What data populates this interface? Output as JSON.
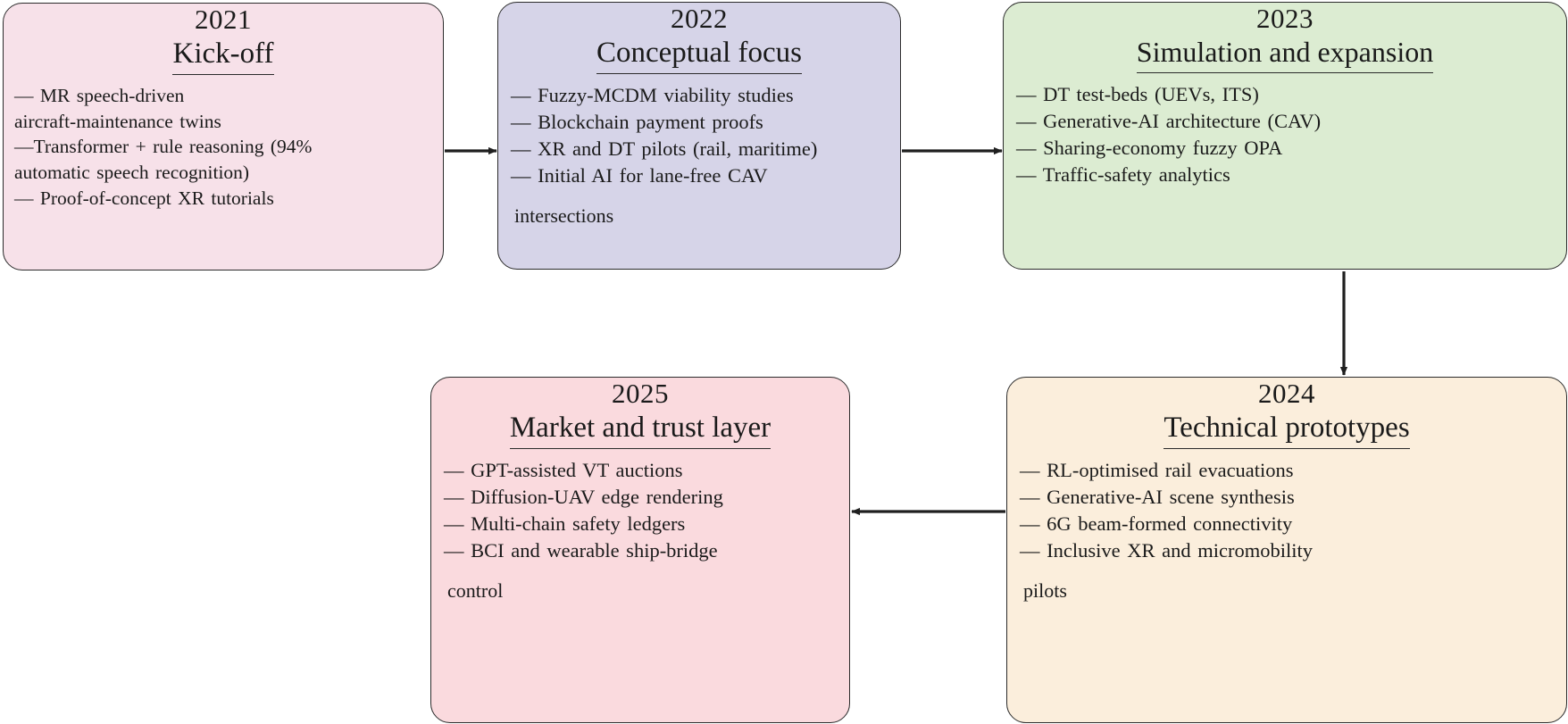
{
  "diagram": {
    "type": "flowchart-timeline",
    "orientation": "two-row serpentine (left-to-right, then right-to-left)",
    "nodes": [
      {
        "id": "n2021",
        "year": "2021",
        "title": "Kick-off",
        "fill": "#f7e1e9",
        "bullets": [
          "— MR  speech-driven",
          "aircraft-maintenance  twins",
          "—Transformer  +  rule  reasoning  (94%",
          "automatic  speech  recognition)",
          "—  Proof-of-concept  XR  tutorials"
        ],
        "continuation": ""
      },
      {
        "id": "n2022",
        "year": "2022",
        "title": "Conceptual focus",
        "fill": "#d6d4e8",
        "bullets": [
          "—  Fuzzy-MCDM  viability  studies",
          "—  Blockchain  payment  proofs",
          "—  XR  and  DT  pilots  (rail,  maritime)",
          "—  Initial  AI  for  lane-free  CAV"
        ],
        "continuation": "intersections"
      },
      {
        "id": "n2023",
        "year": "2023",
        "title": "Simulation and expansion",
        "fill": "#dcecd2",
        "bullets": [
          "—  DT  test-beds  (UEVs,  ITS)",
          "—  Generative-AI  architecture  (CAV)",
          "—  Sharing-economy  fuzzy  OPA",
          "—  Traffic-safety  analytics"
        ],
        "continuation": ""
      },
      {
        "id": "n2024",
        "year": "2024",
        "title": "Technical prototypes",
        "fill": "#fbeedc",
        "bullets": [
          "—  RL-optimised  rail  evacuations",
          "—  Generative-AI  scene  synthesis",
          "—  6G  beam-formed  connectivity",
          "—  Inclusive  XR  and  micromobility"
        ],
        "continuation": "pilots"
      },
      {
        "id": "n2025",
        "year": "2025",
        "title": "Market and trust layer",
        "fill": "#fadade",
        "bullets": [
          "—  GPT-assisted  VT  auctions",
          "—  Diffusion-UAV  edge  rendering",
          "—  Multi-chain  safety  ledgers",
          "—  BCI  and  wearable  ship-bridge"
        ],
        "continuation": "control"
      }
    ],
    "edges": [
      {
        "from": "n2021",
        "to": "n2022",
        "direction": "right"
      },
      {
        "from": "n2022",
        "to": "n2023",
        "direction": "right"
      },
      {
        "from": "n2023",
        "to": "n2024",
        "direction": "down"
      },
      {
        "from": "n2024",
        "to": "n2025",
        "direction": "left"
      }
    ],
    "colors": {
      "stroke": "#2b2b2b",
      "text": "#1a1a1a",
      "background": "#ffffff"
    }
  }
}
